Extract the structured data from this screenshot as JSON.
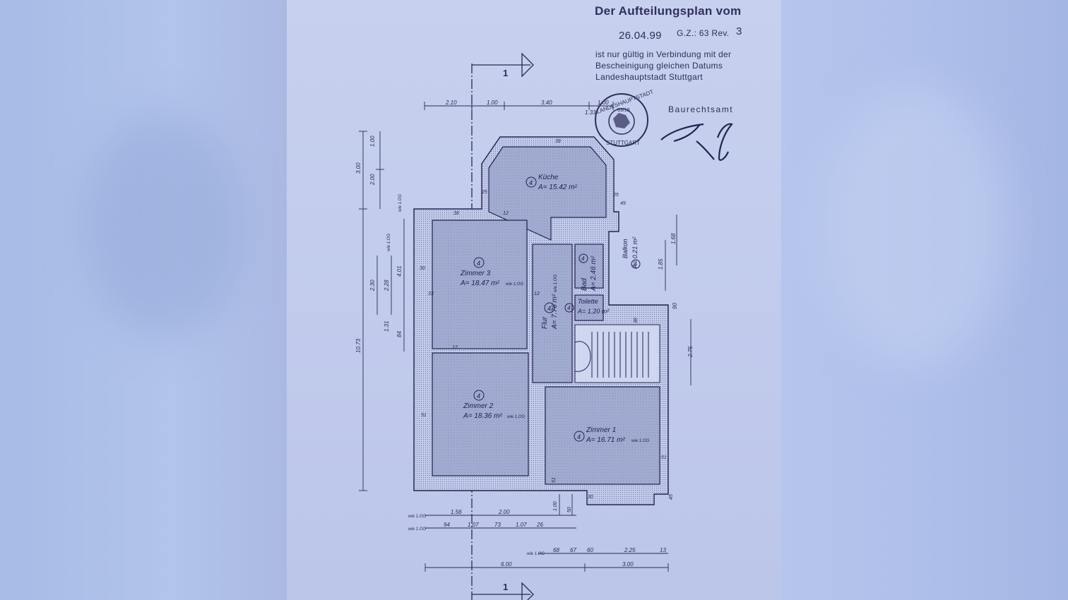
{
  "stamp": {
    "title": "Der Aufteilungsplan vom",
    "date": "26.04.99",
    "gz": "G.Z.: 63 Rev.",
    "rev": "3",
    "line1": "ist nur gültig in Verbindung mit der",
    "line2": "Bescheinigung gleichen Datums",
    "line3": "Landeshauptstadt Stuttgart",
    "office": "Baurechtsamt",
    "seal_top": "LANDESHAUPTSTADT",
    "seal_bottom": "STUTTGART",
    "seal_code": "63/19"
  },
  "rooms": {
    "kueche": {
      "name": "Küche",
      "area": "A= 15.42 m²",
      "num": "4"
    },
    "zimmer3": {
      "name": "Zimmer 3",
      "area": "A= 18.47 m²",
      "num": "4",
      "note": "wie 1.OG"
    },
    "zimmer2": {
      "name": "Zimmer 2",
      "area": "A= 18.36 m²",
      "num": "4",
      "note": "wie 1.OG"
    },
    "zimmer1": {
      "name": "Zimmer 1",
      "area": "A= 16.71 m²",
      "num": "4",
      "note": "wie 1.OG"
    },
    "flur": {
      "name": "Flur",
      "area": "A= 7.76 m²",
      "num": "4",
      "note": "wie 1.OG"
    },
    "bad": {
      "name": "Bad",
      "area": "A= 2.46 m²",
      "num": "4"
    },
    "toilette": {
      "name": "Toilette",
      "area": "A= 1.20 m²",
      "num": "4"
    },
    "balkon": {
      "name": "Balkon",
      "area": "A= 0.21 m²",
      "num": "4"
    }
  },
  "dims": {
    "top": [
      "2.10",
      "1.00",
      "3.40",
      "1.00",
      "1.33"
    ],
    "left": [
      "1.00",
      "2.00",
      "3.00",
      "10.73",
      "2.30",
      "4.01",
      "2.28",
      "1.31",
      "84",
      "wie 1.OG",
      "wie 1.OG"
    ],
    "right": [
      "1.68",
      "1.85",
      "2.75",
      "90"
    ],
    "bottom_row1": [
      "wie 1.OG",
      "1.56",
      "2.00"
    ],
    "bottom_row2": [
      "wie 1.OG",
      "94",
      "1.07",
      "73",
      "1.07",
      "26"
    ],
    "bottom_row3": [
      "wie 1.OG",
      "68",
      "67",
      "60",
      "2.25",
      "13"
    ],
    "bottom_total": [
      "6.00",
      "3.00"
    ],
    "misc": [
      "12",
      "38",
      "30",
      "33",
      "51",
      "49",
      "38",
      "51",
      "1.00",
      "50",
      "30",
      "45",
      "51",
      "12",
      "12",
      "25",
      "25",
      "38"
    ]
  },
  "section_mark": "1"
}
